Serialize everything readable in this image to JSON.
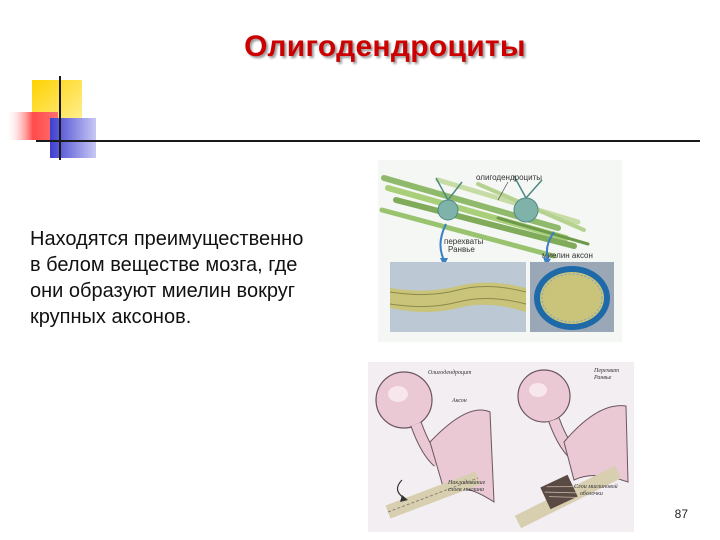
{
  "slide": {
    "title": "Олигодендроциты",
    "body": "Находятся преимущественно в белом веществе мозга, где они образуют миелин вокруг крупных аксонов.",
    "page_number": "87"
  },
  "figure_top": {
    "label_main": "олигодендроциты",
    "label_left_1": "перехваты",
    "label_left_2": "Ранвье",
    "label_right": "миелин  аксон"
  },
  "figure_bottom": {
    "label_oligo": "Олигодендроцит",
    "label_axon": "Аксон",
    "label_node_1": "Перехват",
    "label_node_2": "Ранвье",
    "label_wrap_1": "Накладывание",
    "label_wrap_2": "слоев миелина",
    "label_layers_1": "Слои миелиновой",
    "label_layers_2": "оболочки"
  },
  "colors": {
    "title": "#cc0000",
    "deco_yellow": "#ffd200",
    "deco_red": "#ff4a4a",
    "deco_blue": "#3e3ecf",
    "rule": "#1a1a1a"
  }
}
